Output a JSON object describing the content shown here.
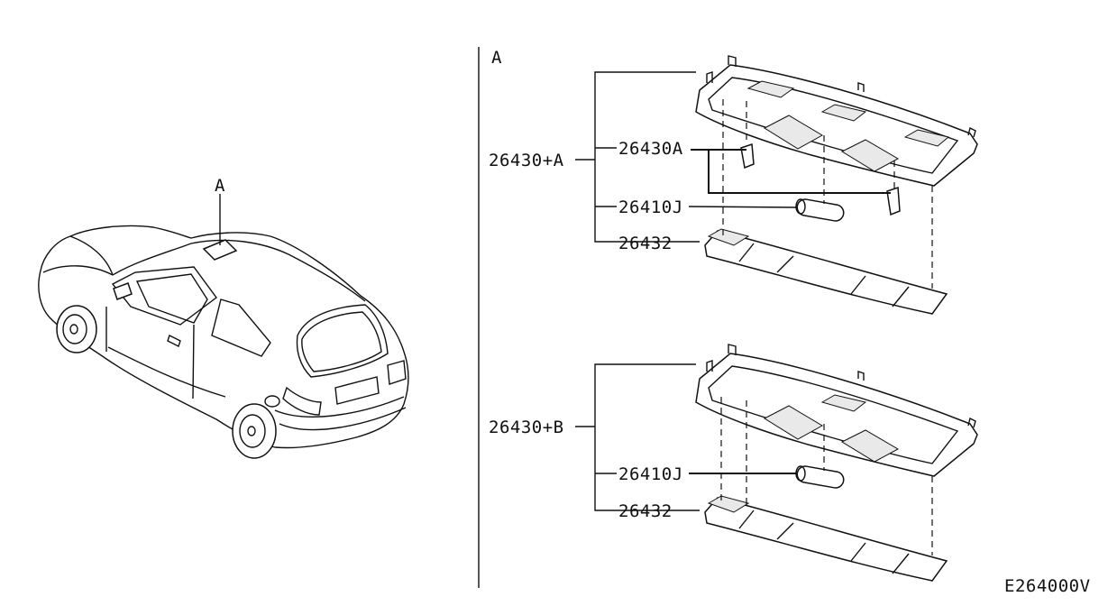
{
  "diagram": {
    "view_marker": "A",
    "section_label": "A",
    "figure_code": "E264000V",
    "group_a": {
      "assembly": "26430+A",
      "lens_part": "26430A",
      "bulb_part": "26410J",
      "cover_part": "26432"
    },
    "group_b": {
      "assembly": "26430+B",
      "bulb_part": "26410J",
      "cover_part": "26432"
    }
  }
}
